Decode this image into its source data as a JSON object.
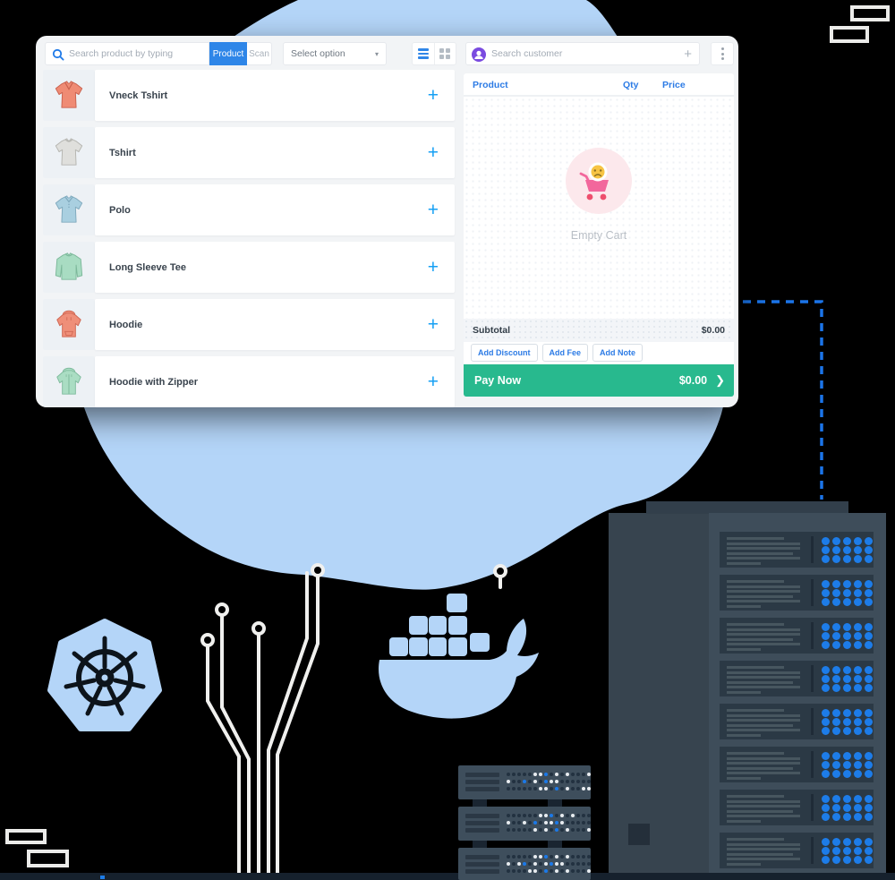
{
  "header": {
    "search_product_placeholder": "Search product by typing",
    "product_button": "Product",
    "scan_button": "Scan",
    "select_placeholder": "Select option",
    "search_customer_placeholder": "Search customer"
  },
  "products": [
    {
      "name": "Vneck Tshirt"
    },
    {
      "name": "Tshirt"
    },
    {
      "name": "Polo"
    },
    {
      "name": "Long Sleeve Tee"
    },
    {
      "name": "Hoodie"
    },
    {
      "name": "Hoodie with Zipper"
    }
  ],
  "cart": {
    "columns": [
      "Product",
      "Qty",
      "Price"
    ],
    "empty_label": "Empty Cart",
    "subtotal_label": "Subtotal",
    "subtotal_value": "$0.00",
    "actions": [
      "Add Discount",
      "Add Fee",
      "Add Note"
    ],
    "pay_label": "Pay Now",
    "pay_value": "$0.00",
    "pay_chevron": "❯"
  },
  "colors": {
    "accent_blue": "#2e86e8",
    "link_blue": "#2c7be5",
    "plus_blue": "#16a0f4",
    "pay_green": "#28b98e",
    "blob_blue": "#b4d5f8",
    "led_blue": "#1d7ce8",
    "cart_pink": "#f2679c",
    "dashed_line_blue": "#1b74e8"
  },
  "illustration": {
    "tower_modules": 8,
    "module_line_widths": [
      64,
      82,
      82,
      74,
      82,
      38
    ],
    "tower_dot_grid": {
      "rows": 3,
      "cols": 5
    },
    "mini_racks": [
      {
        "rows": [
          "dddddwwbdwdwdddw",
          "wddbdwdbwwdddddd",
          "ddddddwwdbdwddww"
        ]
      },
      {
        "rows": [
          "ddddddwwbdwdwddd",
          "wddwdbdwwbwddddd",
          "dddddwdwdbdwdddw"
        ]
      },
      {
        "rows": [
          "dddddwwbdwdwdddd",
          "wdwbdwdwbwwddddd",
          "ddddwwdbdwdwdddw"
        ]
      }
    ]
  }
}
